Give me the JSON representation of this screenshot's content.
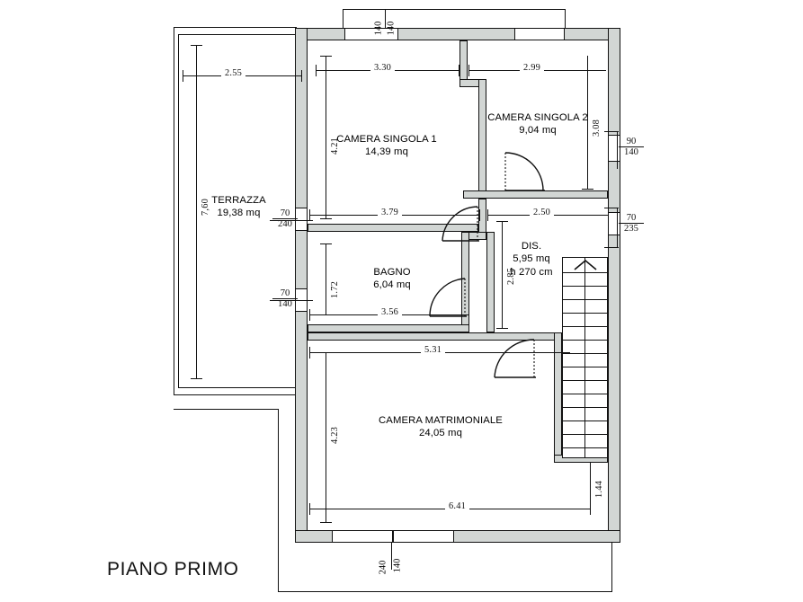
{
  "drawing": {
    "title": "PIANO PRIMO",
    "units": "m / cm"
  },
  "colors": {
    "wall_fill": "#d2d6d4",
    "line": "#111111",
    "room_fill": "#ffffff",
    "paper": "#ffffff"
  },
  "rooms": [
    {
      "id": "terrazza",
      "name": "TERRAZZA",
      "area": "19,38 mq",
      "extra": ""
    },
    {
      "id": "camera-singola-1",
      "name": "CAMERA SINGOLA 1",
      "area": "14,39 mq",
      "extra": ""
    },
    {
      "id": "camera-singola-2",
      "name": "CAMERA SINGOLA 2",
      "area": "9,04 mq",
      "extra": ""
    },
    {
      "id": "bagno",
      "name": "BAGNO",
      "area": "6,04 mq",
      "extra": ""
    },
    {
      "id": "disimpegno",
      "name": "DIS.",
      "area": "5,95 mq",
      "extra": "h 270 cm"
    },
    {
      "id": "camera-matrimoniale",
      "name": "CAMERA MATRIMONIALE",
      "area": "24,05 mq",
      "extra": ""
    }
  ],
  "dimensions": {
    "terrazza_width": "2.55",
    "terrazza_height": "7,60",
    "cs1_width_top": "3.30",
    "cs1_height": "4.21",
    "cs1_width_bot": "3.79",
    "cs2_width": "2.99",
    "cs2_height": "3.08",
    "dis_width": "2.50",
    "dis_height": "2.85",
    "bagno_height": "1.72",
    "bagno_width": "3.56",
    "matr_width_top": "5.31",
    "matr_height": "4.23",
    "matr_width_bot": "6.41",
    "stair_side": "1.44"
  },
  "openings": [
    {
      "id": "win-top-left",
      "position": "top",
      "width": "140",
      "height": "140"
    },
    {
      "id": "win-top-right",
      "position": "top",
      "width": "140",
      "height": "140"
    },
    {
      "id": "win-right-cs2",
      "position": "right",
      "width": "90",
      "height": "140"
    },
    {
      "id": "win-right-dis",
      "position": "right",
      "width": "70",
      "height": "235"
    },
    {
      "id": "win-left-cs1",
      "position": "left",
      "width": "70",
      "height": "240"
    },
    {
      "id": "win-left-bagno",
      "position": "left",
      "width": "70",
      "height": "140"
    },
    {
      "id": "win-bottom-matr-a",
      "position": "bottom",
      "width": "240",
      "height": "140"
    },
    {
      "id": "win-bottom-matr-b",
      "position": "bottom",
      "width": "240",
      "height": "140"
    }
  ],
  "opening_marks": {
    "top_left_a": "140",
    "top_left_b": "140",
    "right_cs2_top": "90",
    "right_cs2_bot": "140",
    "right_dis_top": "70",
    "right_dis_bot": "235",
    "left_cs1_top": "70",
    "left_cs1_bot": "240",
    "left_bagno_top": "70",
    "left_bagno_bot": "140",
    "bottom_a": "240",
    "bottom_b": "140"
  },
  "stairs": {
    "id": "staircase",
    "steps": 14,
    "direction_label": "up-arrow"
  }
}
